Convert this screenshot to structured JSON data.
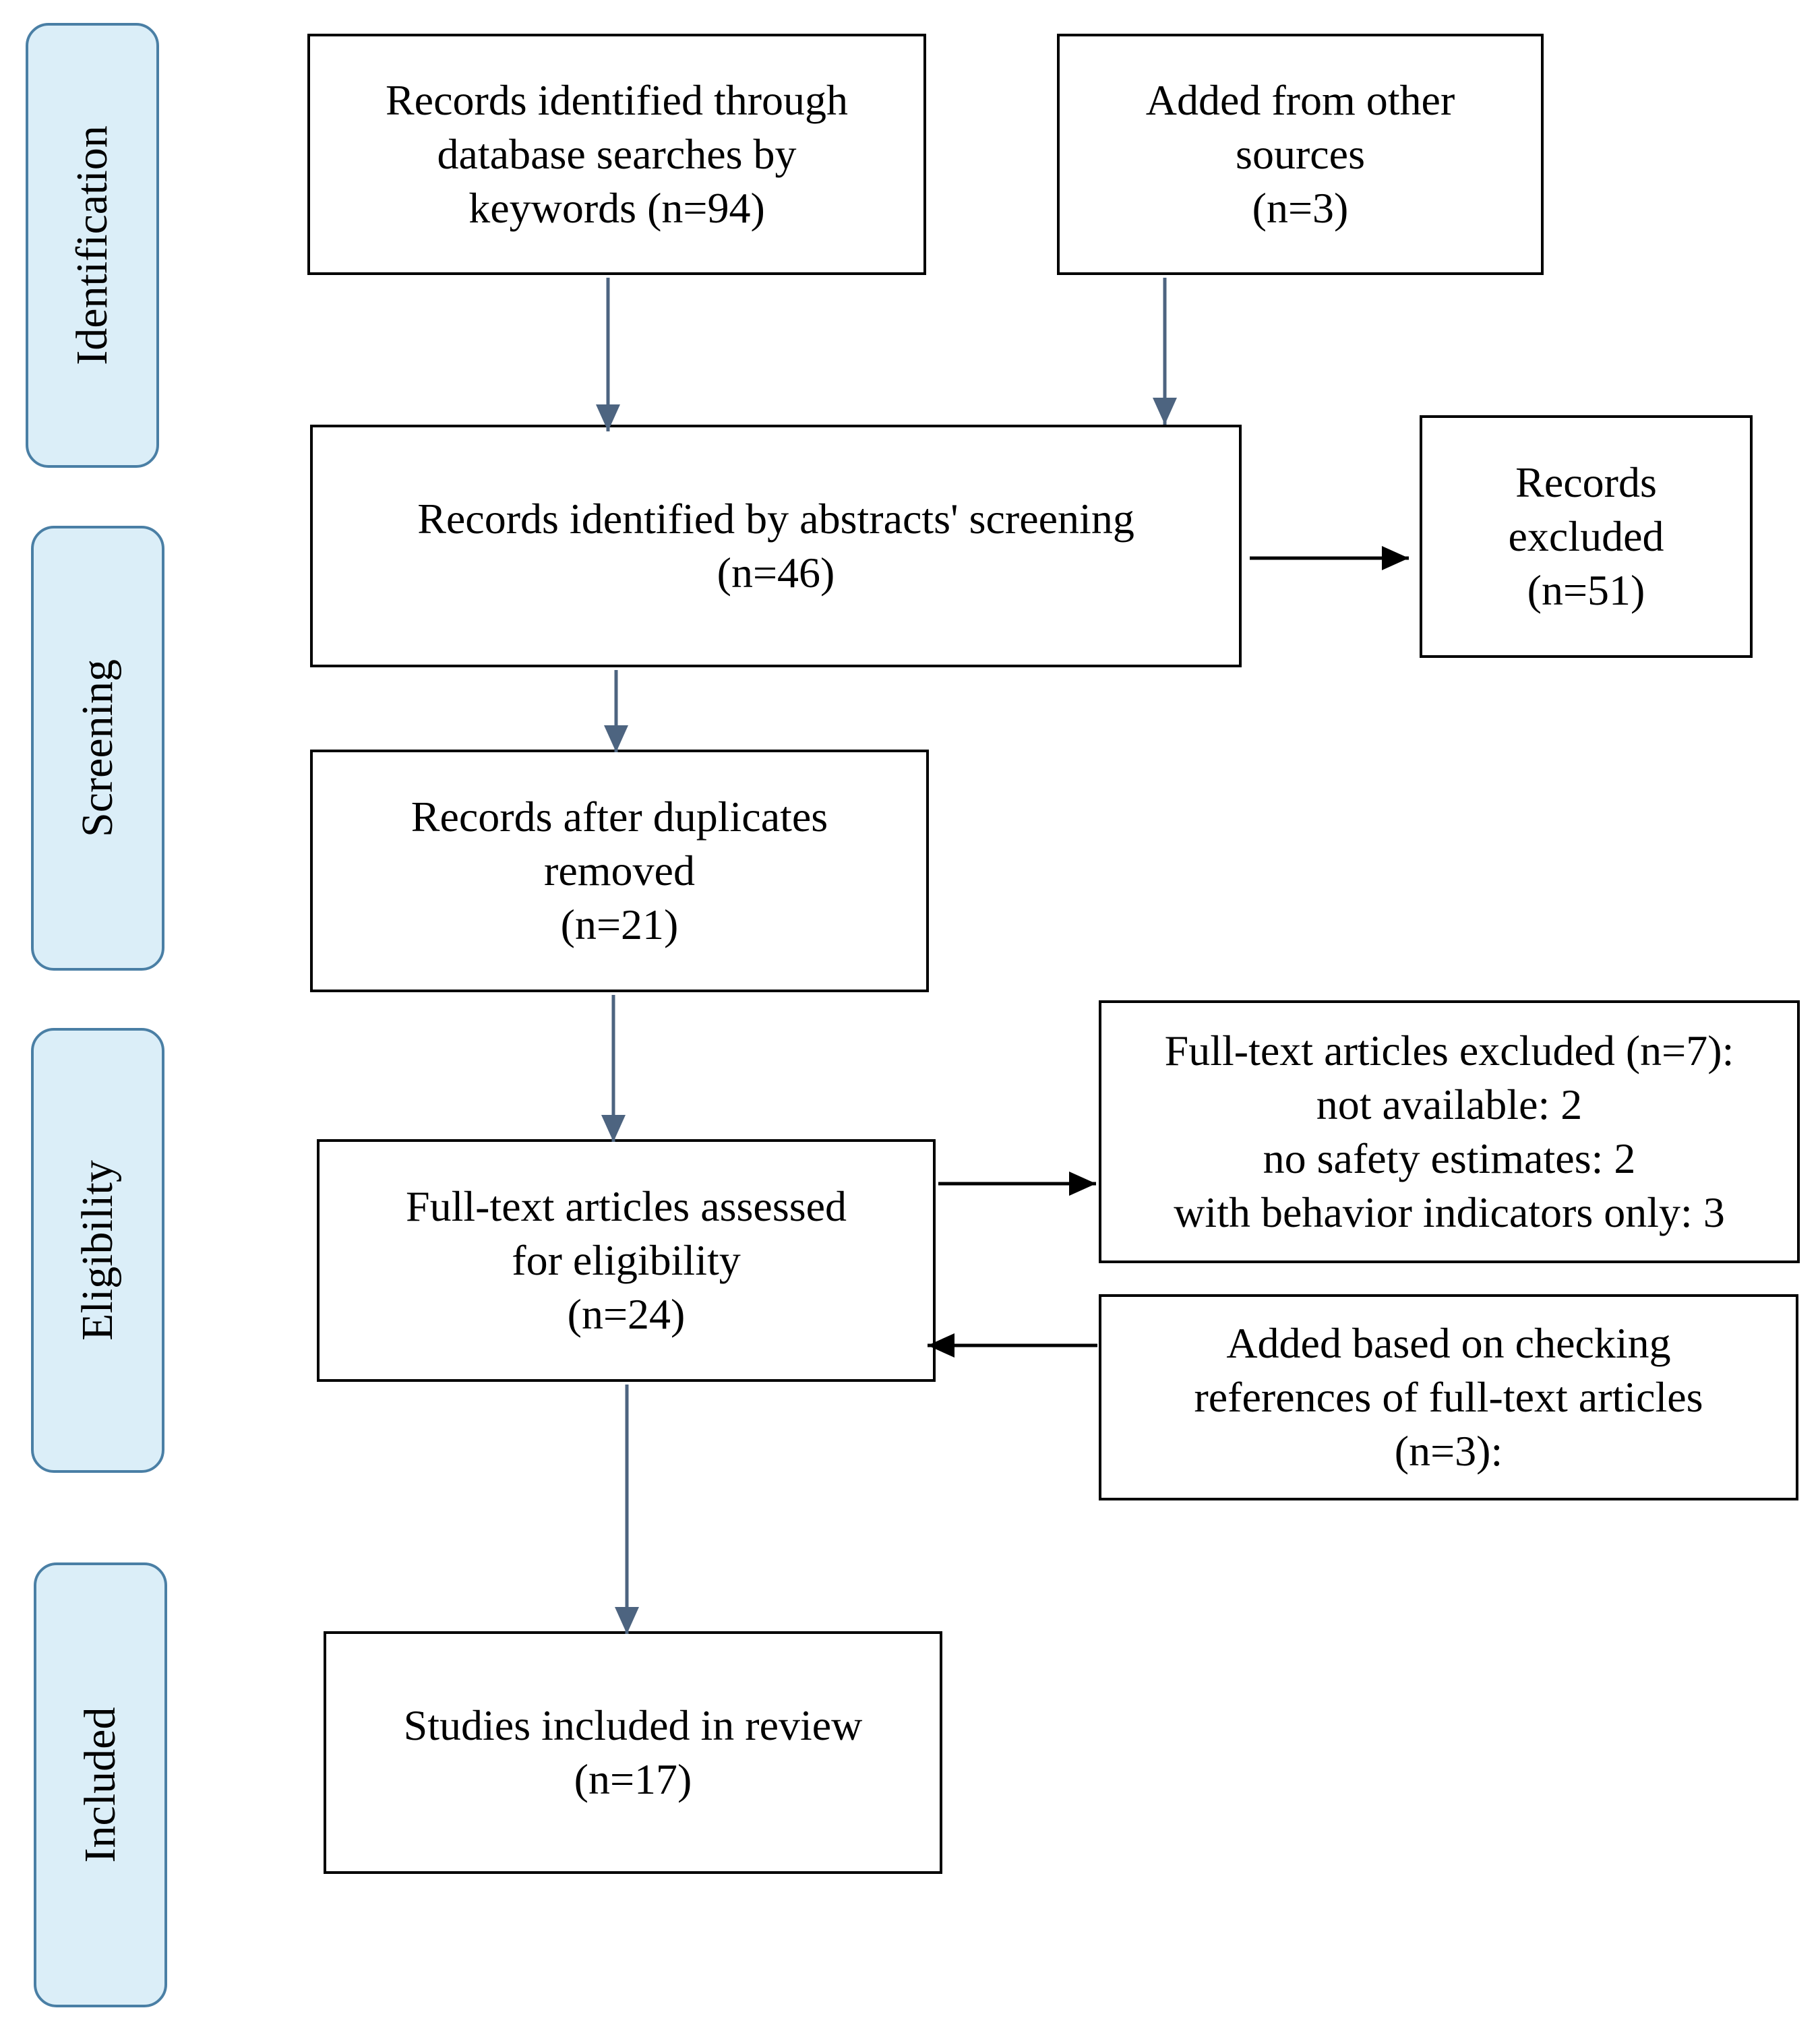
{
  "phases": {
    "identification": "Identification",
    "screening": "Screening",
    "eligibility": "Eligibility",
    "included": "Included"
  },
  "boxes": {
    "database_records": [
      "Records identified through",
      "database searches by",
      "keywords (n=94)"
    ],
    "other_sources": [
      "Added from other",
      "sources",
      "(n=3)"
    ],
    "abstract_screening": [
      "Records identified by abstracts' screening",
      "(n=46)"
    ],
    "records_excluded": [
      "Records",
      "excluded",
      "(n=51)"
    ],
    "duplicates_removed": [
      "Records after duplicates",
      "removed",
      "(n=21)"
    ],
    "fulltext_excluded": [
      "Full-text articles excluded (n=7):",
      "not available: 2",
      "no safety estimates: 2",
      "with behavior indicators only: 3"
    ],
    "fulltext_assessed": [
      "Full-text articles assessed",
      "for eligibility",
      "(n=24)"
    ],
    "added_references": [
      "Added based on checking",
      "references of full-text articles",
      "(n=3):"
    ],
    "studies_included": [
      "Studies included in review",
      "(n=17)"
    ]
  },
  "colors": {
    "phase_fill": "#dbeef8",
    "phase_border": "#4a7fa5",
    "arrow_blue": "#4d6480",
    "arrow_black": "#000000"
  }
}
